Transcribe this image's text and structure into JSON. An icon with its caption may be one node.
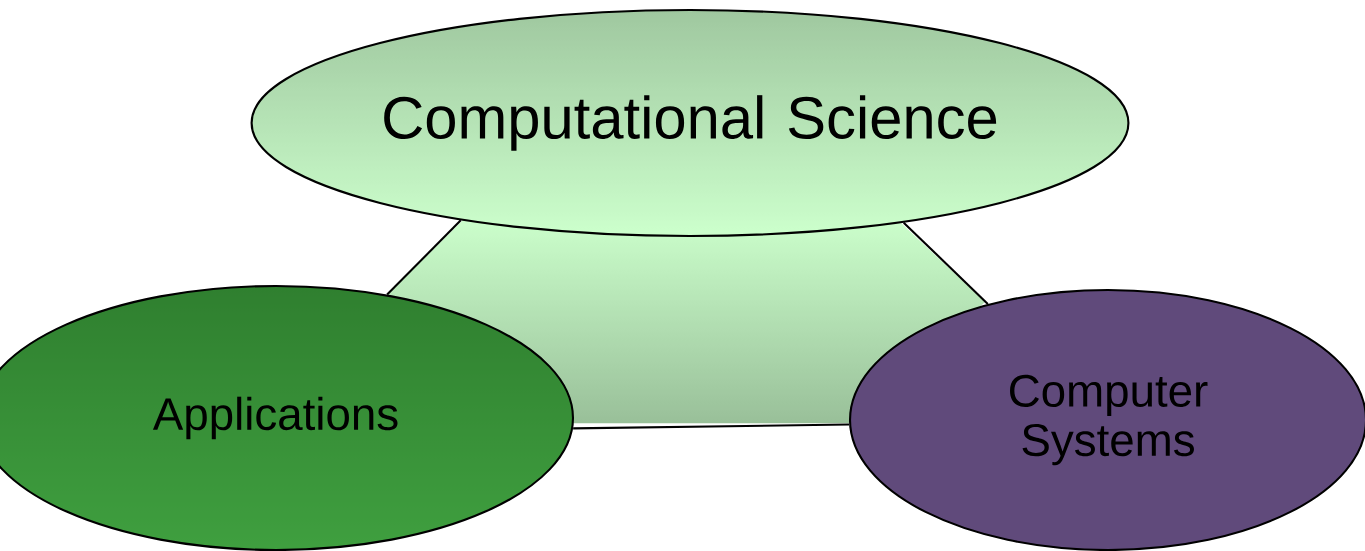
{
  "diagram": {
    "nodes": [
      {
        "text": [
          "Computational Science"
        ]
      },
      {
        "text": [
          "Applications"
        ]
      },
      {
        "text": [
          "Computer Systems"
        ]
      }
    ],
    "edges": [
      {
        "from": 0,
        "to": 1,
        "arrow": "none"
      },
      {
        "from": 0,
        "to": 2,
        "arrow": "none"
      },
      {
        "from": 1,
        "to": 2,
        "arrow": "none"
      }
    ]
  }
}
